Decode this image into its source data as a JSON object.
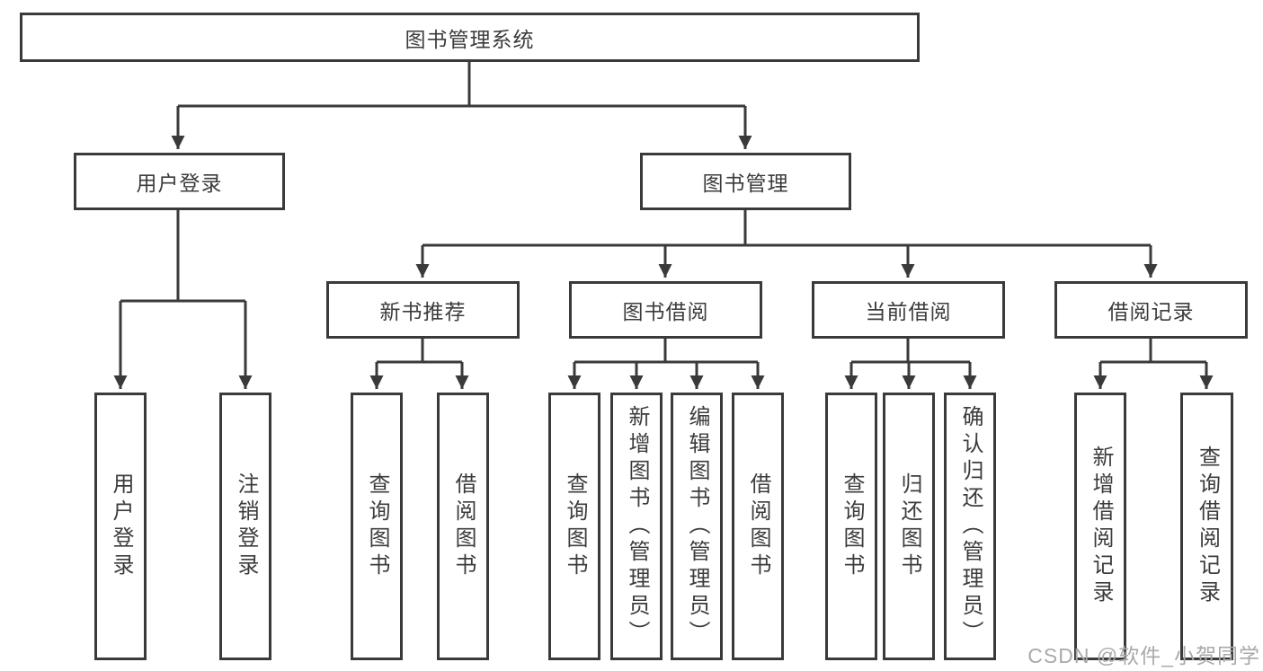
{
  "tree": {
    "root": "图书管理系统",
    "level2": [
      {
        "label": "用户登录",
        "leaves": [
          "用户登录",
          "注销登录"
        ]
      },
      {
        "label": "图书管理",
        "groups": [
          {
            "label": "新书推荐",
            "leaves": [
              "查询图书",
              "借阅图书"
            ]
          },
          {
            "label": "图书借阅",
            "leaves": [
              "查询图书",
              "新增图书（管理员）",
              "编辑图书（管理员）",
              "借阅图书"
            ]
          },
          {
            "label": "当前借阅",
            "leaves": [
              "查询图书",
              "归还图书",
              "确认归还（管理员）"
            ]
          },
          {
            "label": "借阅记录",
            "leaves": [
              "新增借阅记录",
              "查询借阅记录"
            ]
          }
        ]
      }
    ]
  },
  "watermark": {
    "text": "CSDN @软件_小贺同学"
  },
  "colors": {
    "line": "#3a3a3a",
    "text": "#3c3c3c",
    "background": "#ffffff",
    "watermark": "#a9a9a9"
  }
}
